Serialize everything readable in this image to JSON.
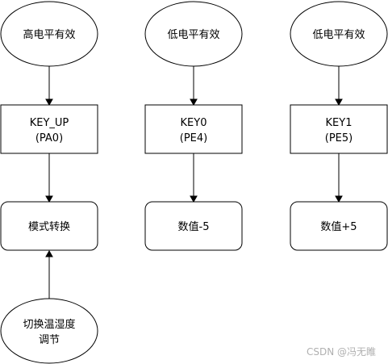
{
  "diagram": {
    "col1": {
      "top_ellipse": "高电平有效",
      "key_box": {
        "line1": "KEY_UP",
        "line2": "(PA0)"
      },
      "action_box": "模式转换",
      "bottom_ellipse": {
        "line1": "切换温湿度",
        "line2": "调节"
      }
    },
    "col2": {
      "top_ellipse": "低电平有效",
      "key_box": {
        "line1": "KEY0",
        "line2": "(PE4)"
      },
      "action_box": "数值-5"
    },
    "col3": {
      "top_ellipse": "低电平有效",
      "key_box": {
        "line1": "KEY1",
        "line2": "(PE5)"
      },
      "action_box": "数值+5"
    }
  },
  "watermark": "CSDN @冯无睢"
}
